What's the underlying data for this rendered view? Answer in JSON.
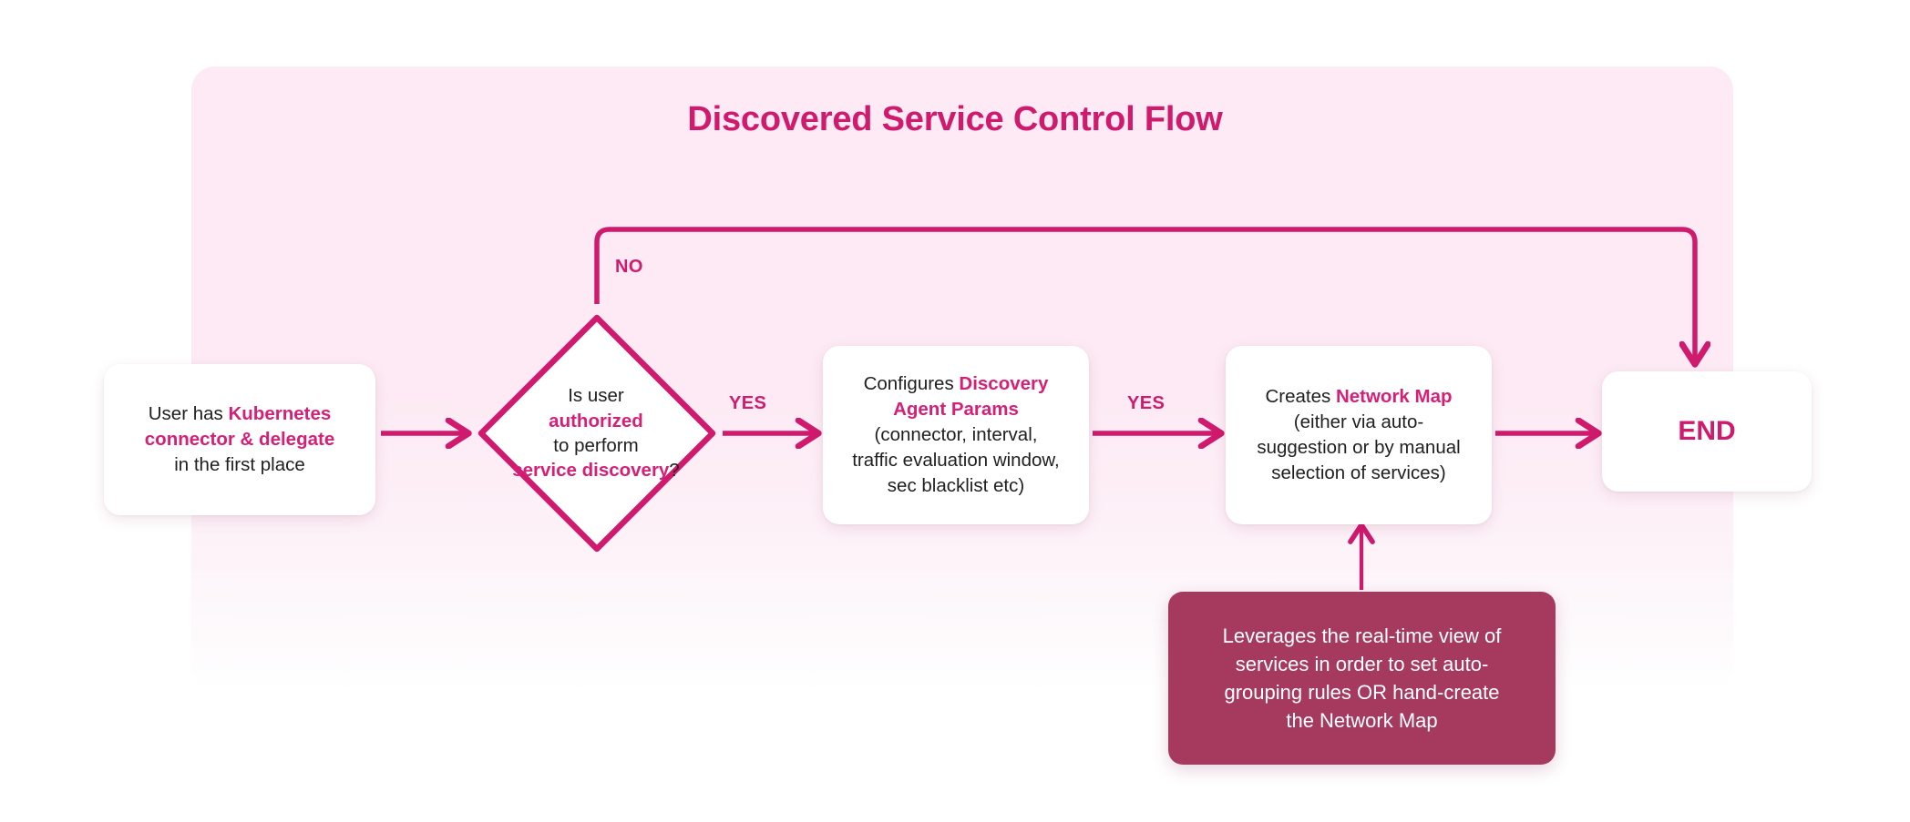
{
  "diagram": {
    "title": "Discovered Service Control Flow",
    "accent_color": "#cf1a6e",
    "highlight_color": "#d61f76",
    "panel_color": "#fdeaf4",
    "note_color": "#a63a5e",
    "nodes": {
      "start": {
        "id": "start",
        "shape": "rounded-rect",
        "line1_plain": "User has ",
        "line1_highlight": "Kubernetes",
        "line2_highlight": "connector & delegate",
        "line3_plain": "in the first place"
      },
      "decision": {
        "id": "decision",
        "shape": "diamond",
        "line1_plain": "Is user",
        "line2_highlight": "authorized",
        "line3_plain": "to perform",
        "line4_highlight": "service discovery",
        "line4_suffix": "?"
      },
      "params": {
        "id": "params",
        "shape": "rounded-rect",
        "line1_plain": "Configures ",
        "line1_highlight": "Discovery",
        "line2_highlight": "Agent Params",
        "line3_plain": "(connector, interval,",
        "line4_plain": "traffic evaluation window,",
        "line5_plain": "sec blacklist etc)"
      },
      "netmap": {
        "id": "netmap",
        "shape": "rounded-rect",
        "line1_plain": "Creates ",
        "line1_highlight": "Network Map",
        "line2_plain": "(either via auto-",
        "line3_plain": "suggestion or by manual",
        "line4_plain": "selection of services)"
      },
      "end": {
        "id": "end",
        "shape": "rounded-rect",
        "label": "END"
      },
      "note": {
        "id": "note",
        "shape": "rounded-rect-filled",
        "line1": "Leverages the real-time view of",
        "line2": "services in order to set auto-",
        "line3": "grouping rules OR hand-create",
        "line4": "the Network Map"
      }
    },
    "edges": [
      {
        "from": "start",
        "to": "decision",
        "label": ""
      },
      {
        "from": "decision",
        "to": "params",
        "label": "YES"
      },
      {
        "from": "decision",
        "to": "end",
        "label": "NO"
      },
      {
        "from": "params",
        "to": "netmap",
        "label": "YES"
      },
      {
        "from": "netmap",
        "to": "end",
        "label": ""
      },
      {
        "from": "note",
        "to": "netmap",
        "label": ""
      }
    ],
    "edge_labels": {
      "no": "NO",
      "yes_1": "YES",
      "yes_2": "YES"
    }
  }
}
